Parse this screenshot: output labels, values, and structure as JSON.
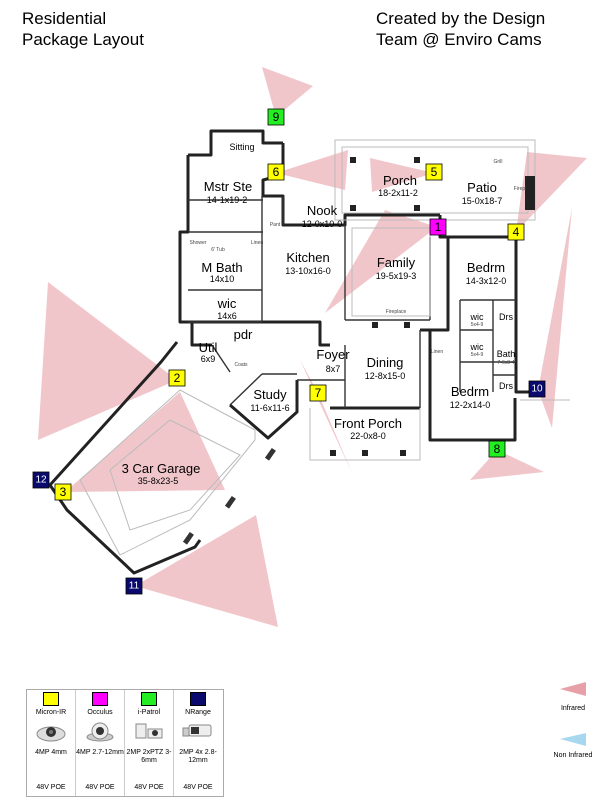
{
  "header": {
    "left_line1": "Residential",
    "left_line2": "Package Layout",
    "right_line1": "Created by the Design",
    "right_line2": "Team @ Enviro Cams"
  },
  "colors": {
    "micron": "#ffff00",
    "occulus": "#ff00ff",
    "ipatrol": "#22ee22",
    "nrange": "#0a0a6e",
    "infrared": "#e8a0a8",
    "non_infrared": "#a8d8f0"
  },
  "rooms": {
    "sitting": "Sitting",
    "mstr_ste": "Mstr Ste",
    "mstr_ste_dim": "14-1x19-2",
    "nook": "Nook",
    "nook_dim": "12-0x10-0",
    "porch": "Porch",
    "porch_dim": "18-2x11-2",
    "patio": "Patio",
    "patio_dim": "15-0x18-7",
    "kitchen": "Kitchen",
    "kitchen_dim": "13-10x16-0",
    "family": "Family",
    "family_dim": "19-5x19-3",
    "bedrm1": "Bedrm",
    "bedrm1_dim": "14-3x12-0",
    "mbath": "M Bath",
    "mbath_dim": "14x10",
    "wic_main": "wic",
    "wic_main_dim": "14x6",
    "pdr": "pdr",
    "util": "Util",
    "util_dim": "6x9",
    "foyer": "Foyer",
    "foyer_dim": "8x7",
    "dining": "Dining",
    "dining_dim": "12-8x15-0",
    "wic_a": "wic",
    "wic_a_dim": "5x4-9",
    "wic_b": "wic",
    "wic_b_dim": "5x4-9",
    "drs_a": "Drs",
    "drs_b": "Drs",
    "bath": "Bath",
    "bath_dim": "7-6x8-4",
    "study": "Study",
    "study_dim": "11-6x11-6",
    "bedrm2": "Bedrm",
    "bedrm2_dim": "12-2x14-0",
    "front_porch": "Front Porch",
    "front_porch_dim": "22-0x8-0",
    "garage": "3 Car Garage",
    "garage_dim": "35-8x23-5"
  },
  "minor_labels": {
    "pant": "Pant",
    "linen": "Linen",
    "shower": "Shower",
    "tub": "6' Tub",
    "grill": "Grill",
    "firepl": "Firepl",
    "coats": "Coats",
    "fireplace": "Fireplace"
  },
  "cameras": [
    {
      "id": "1",
      "type": "occulus"
    },
    {
      "id": "2",
      "type": "micron"
    },
    {
      "id": "3",
      "type": "micron"
    },
    {
      "id": "4",
      "type": "micron"
    },
    {
      "id": "5",
      "type": "micron"
    },
    {
      "id": "6",
      "type": "micron"
    },
    {
      "id": "7",
      "type": "micron"
    },
    {
      "id": "8",
      "type": "ipatrol"
    },
    {
      "id": "9",
      "type": "ipatrol"
    },
    {
      "id": "10",
      "type": "nrange"
    },
    {
      "id": "11",
      "type": "nrange"
    },
    {
      "id": "12",
      "type": "nrange"
    }
  ],
  "legend": {
    "products": [
      {
        "name": "Micron-IR",
        "spec": "4MP 4mm",
        "power": "48V POE"
      },
      {
        "name": "Occulus",
        "spec": "4MP 2.7-12mm",
        "power": "48V POE"
      },
      {
        "name": "i-Patrol",
        "spec": "2MP 2xPTZ 3-6mm",
        "power": "48V POE"
      },
      {
        "name": "NRange",
        "spec": "2MP 4x 2.8-12mm",
        "power": "48V POE"
      }
    ],
    "infrared": "Infrared",
    "non_infrared": "Non Infrared"
  }
}
